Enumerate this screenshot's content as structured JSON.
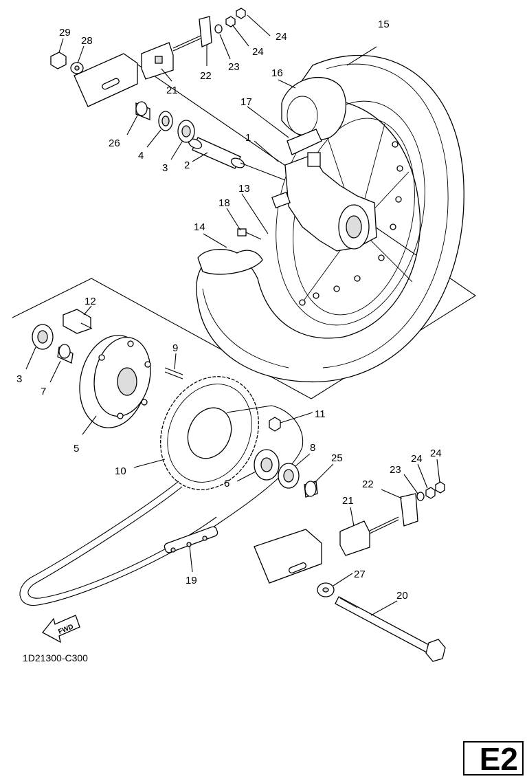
{
  "diagram": {
    "part_numbers": [
      "1",
      "2",
      "3",
      "3",
      "4",
      "5",
      "6",
      "7",
      "8",
      "9",
      "10",
      "11",
      "12",
      "13",
      "14",
      "15",
      "16",
      "17",
      "18",
      "19",
      "20",
      "21",
      "21",
      "22",
      "22",
      "23",
      "23",
      "24",
      "24",
      "24",
      "24",
      "25",
      "26",
      "27",
      "28",
      "29"
    ],
    "fwd_arrow_text": "FWD",
    "drawing_code": "1D21300-C300",
    "section_label": "E2"
  }
}
